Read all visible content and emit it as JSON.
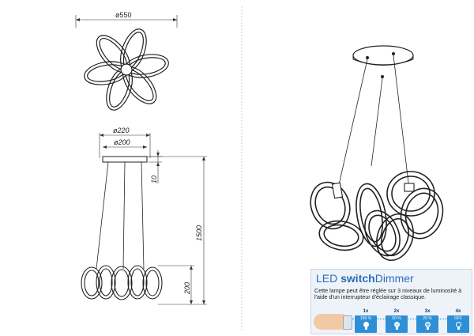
{
  "dimensions": {
    "top_diameter": "ø550",
    "canopy_diameter_outer": "ø220",
    "canopy_diameter_inner": "ø200",
    "canopy_height": "10",
    "total_height": "1500",
    "body_height": "200"
  },
  "dimmer": {
    "title_prefix": "LED ",
    "title_bold": "switch",
    "title_suffix": "Dimmer",
    "description": "Cette lampe peut être réglée sur 3 niveaux de luminosité à l'aide d'un interrupteur d'éclairage classique.",
    "levels": [
      {
        "count": "1x",
        "percent": "100 %"
      },
      {
        "count": "2x",
        "percent": "50 %"
      },
      {
        "count": "3x",
        "percent": "25 %"
      },
      {
        "count": "4x",
        "percent": "OFF"
      }
    ]
  },
  "colors": {
    "accent": "#2f8fd6",
    "title": "#2a6db5",
    "line": "#333333"
  }
}
